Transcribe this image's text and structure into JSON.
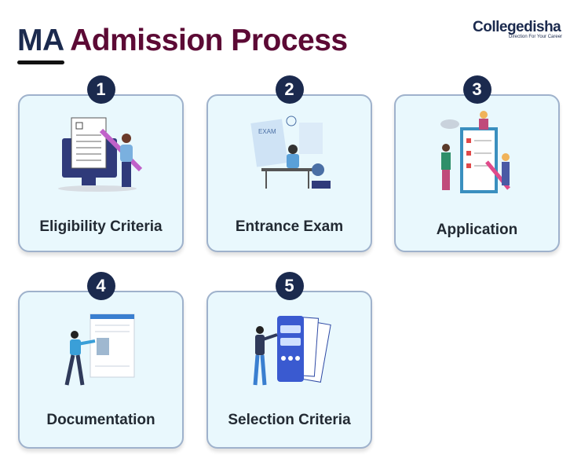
{
  "header": {
    "title_part1": "MA",
    "title_part2": "Admission Process"
  },
  "logo": {
    "name": "Collegedisha",
    "tagline": "Direction For Your Career"
  },
  "steps": [
    {
      "number": "1",
      "label": "Eligibility Criteria"
    },
    {
      "number": "2",
      "label": "Entrance Exam",
      "illus_text": "EXAM"
    },
    {
      "number": "3",
      "label": "Application"
    },
    {
      "number": "4",
      "label": "Documentation"
    },
    {
      "number": "5",
      "label": "Selection Criteria"
    }
  ],
  "colors": {
    "navy": "#1b2a4e",
    "maroon": "#5c0a35",
    "card_bg": "#e9f8fd",
    "card_border": "#9fb2cc"
  }
}
